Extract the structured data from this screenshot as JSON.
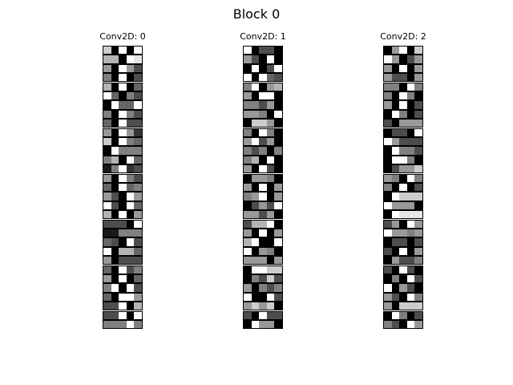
{
  "figure": {
    "title": "Block 0",
    "panels": [
      {
        "title": "Conv2D: 0",
        "rows": [
          [
            0.8,
            0.0,
            1.0,
            0.0,
            1.0
          ],
          [
            0.7,
            0.7,
            0.0,
            1.0,
            0.9
          ],
          [
            0.6,
            0.0,
            1.0,
            0.6,
            0.3
          ],
          [
            0.5,
            0.0,
            1.0,
            0.0,
            0.3
          ],
          [
            0.7,
            0.0,
            1.0,
            0.0,
            0.4
          ],
          [
            1.0,
            0.4,
            0.0,
            0.5,
            0.3
          ],
          [
            0.0,
            1.0,
            0.4,
            0.4,
            1.0
          ],
          [
            0.5,
            0.0,
            1.0,
            0.5,
            0.3
          ],
          [
            0.4,
            0.0,
            1.0,
            0.3,
            0.3
          ],
          [
            0.6,
            0.0,
            1.0,
            0.6,
            0.2
          ],
          [
            0.8,
            0.0,
            1.0,
            0.5,
            0.4
          ],
          [
            0.0,
            1.0,
            0.5,
            0.5,
            0.5
          ],
          [
            0.5,
            0.7,
            0.0,
            1.0,
            0.4
          ],
          [
            0.1,
            0.5,
            1.0,
            0.2,
            0.3
          ],
          [
            0.6,
            0.0,
            1.0,
            0.5,
            0.3
          ],
          [
            0.4,
            0.0,
            1.0,
            0.4,
            0.5
          ],
          [
            0.6,
            0.3,
            0.0,
            1.0,
            0.6
          ],
          [
            1.0,
            0.3,
            0.0,
            1.0,
            0.4
          ],
          [
            0.7,
            0.0,
            1.0,
            0.0,
            0.6
          ],
          [
            0.3,
            0.3,
            0.3,
            0.0,
            1.0
          ],
          [
            0.1,
            0.1,
            0.5,
            0.5,
            0.5
          ],
          [
            0.4,
            0.3,
            0.0,
            1.0,
            0.3
          ],
          [
            1.0,
            0.0,
            0.7,
            0.7,
            0.4
          ],
          [
            0.6,
            0.0,
            0.3,
            0.3,
            0.3
          ],
          [
            0.4,
            0.0,
            1.0,
            0.3,
            0.5
          ],
          [
            0.6,
            0.0,
            1.0,
            0.0,
            0.4
          ],
          [
            0.5,
            1.0,
            0.0,
            1.0,
            0.3
          ],
          [
            0.4,
            0.0,
            1.0,
            1.0,
            0.6
          ],
          [
            0.3,
            0.3,
            1.0,
            0.0,
            0.7
          ],
          [
            0.3,
            0.3,
            1.0,
            0.0,
            1.0
          ],
          [
            0.5,
            0.5,
            0.5,
            1.0,
            0.5
          ]
        ]
      },
      {
        "title": "Conv2D: 1",
        "rows": [
          [
            1.0,
            0.0,
            0.3,
            0.3,
            0.0
          ],
          [
            0.6,
            0.3,
            0.0,
            1.0,
            0.0
          ],
          [
            0.0,
            1.0,
            0.0,
            0.3,
            1.0
          ],
          [
            1.0,
            0.0,
            1.0,
            0.4,
            0.3
          ],
          [
            0.5,
            1.0,
            0.0,
            0.6,
            0.7
          ],
          [
            0.6,
            0.0,
            1.0,
            1.0,
            0.0
          ],
          [
            0.5,
            0.5,
            0.3,
            0.6,
            0.0
          ],
          [
            0.6,
            0.6,
            0.5,
            0.0,
            1.0
          ],
          [
            0.0,
            0.8,
            0.8,
            0.6,
            0.0
          ],
          [
            0.5,
            0.0,
            1.0,
            0.5,
            0.0
          ],
          [
            0.6,
            1.0,
            0.3,
            0.6,
            0.0
          ],
          [
            0.5,
            0.3,
            0.5,
            0.0,
            0.5
          ],
          [
            0.5,
            0.7,
            0.0,
            1.0,
            0.0
          ],
          [
            0.6,
            0.0,
            1.0,
            0.3,
            0.0
          ],
          [
            0.0,
            0.6,
            0.6,
            0.5,
            0.0
          ],
          [
            0.6,
            0.0,
            1.0,
            0.0,
            0.6
          ],
          [
            0.5,
            0.6,
            1.0,
            0.0,
            0.6
          ],
          [
            0.0,
            0.3,
            0.6,
            0.3,
            1.0
          ],
          [
            0.6,
            0.6,
            0.3,
            0.6,
            0.0
          ],
          [
            0.3,
            0.7,
            0.7,
            1.0,
            0.0
          ],
          [
            0.6,
            0.0,
            1.0,
            0.0,
            0.6
          ],
          [
            0.7,
            1.0,
            0.0,
            0.0,
            1.0
          ],
          [
            1.0,
            0.0,
            0.6,
            0.5,
            0.0
          ],
          [
            0.6,
            0.6,
            0.6,
            0.0,
            0.6
          ],
          [
            0.0,
            1.0,
            1.0,
            0.8,
            0.8
          ],
          [
            0.0,
            0.5,
            0.3,
            0.8,
            0.3
          ],
          [
            0.6,
            0.0,
            0.5,
            0.3,
            0.5
          ],
          [
            1.0,
            0.0,
            0.0,
            1.0,
            0.3
          ],
          [
            0.6,
            0.8,
            0.6,
            0.8,
            0.0
          ],
          [
            0.3,
            0.0,
            1.0,
            0.3,
            0.3
          ],
          [
            0.0,
            1.0,
            0.6,
            0.6,
            0.0
          ]
        ]
      },
      {
        "title": "Conv2D: 2",
        "rows": [
          [
            0.0,
            0.6,
            1.0,
            0.0,
            0.8
          ],
          [
            1.0,
            0.6,
            0.0,
            0.3,
            0.6
          ],
          [
            0.6,
            0.0,
            1.0,
            0.0,
            0.6
          ],
          [
            0.6,
            0.3,
            0.3,
            0.0,
            0.6
          ],
          [
            0.5,
            0.5,
            0.0,
            1.0,
            0.5
          ],
          [
            0.5,
            0.0,
            1.0,
            0.5,
            0.0
          ],
          [
            0.6,
            0.0,
            1.0,
            0.0,
            0.3
          ],
          [
            0.0,
            1.0,
            0.5,
            0.0,
            0.3
          ],
          [
            0.3,
            0.0,
            0.6,
            0.6,
            0.6
          ],
          [
            0.0,
            0.3,
            0.3,
            0.0,
            1.0
          ],
          [
            1.0,
            0.6,
            0.3,
            0.3,
            0.3
          ],
          [
            0.0,
            1.0,
            0.5,
            0.5,
            0.3
          ],
          [
            0.0,
            1.0,
            1.0,
            0.5,
            0.0
          ],
          [
            0.0,
            0.3,
            0.6,
            0.6,
            0.8
          ],
          [
            0.6,
            0.5,
            0.0,
            1.0,
            0.5
          ],
          [
            0.5,
            0.0,
            1.0,
            0.0,
            0.3
          ],
          [
            0.0,
            1.0,
            0.8,
            0.8,
            0.8
          ],
          [
            1.0,
            0.6,
            0.6,
            0.6,
            0.0
          ],
          [
            0.0,
            1.0,
            0.9,
            0.9,
            0.9
          ],
          [
            0.3,
            0.6,
            0.0,
            1.0,
            0.6
          ],
          [
            1.0,
            0.6,
            0.6,
            0.5,
            0.6
          ],
          [
            0.0,
            0.3,
            0.3,
            0.0,
            0.3
          ],
          [
            0.3,
            0.0,
            1.0,
            0.0,
            0.6
          ],
          [
            0.0,
            0.6,
            0.3,
            0.3,
            0.5
          ],
          [
            0.3,
            0.0,
            1.0,
            0.3,
            0.0
          ],
          [
            0.0,
            0.5,
            0.0,
            1.0,
            0.3
          ],
          [
            1.0,
            0.0,
            0.6,
            0.3,
            0.0
          ],
          [
            0.6,
            0.3,
            0.0,
            1.0,
            0.5
          ],
          [
            0.6,
            0.0,
            0.8,
            0.8,
            0.8
          ],
          [
            0.0,
            1.0,
            0.5,
            0.0,
            0.3
          ],
          [
            0.5,
            0.3,
            0.0,
            1.0,
            0.6
          ]
        ]
      }
    ]
  }
}
